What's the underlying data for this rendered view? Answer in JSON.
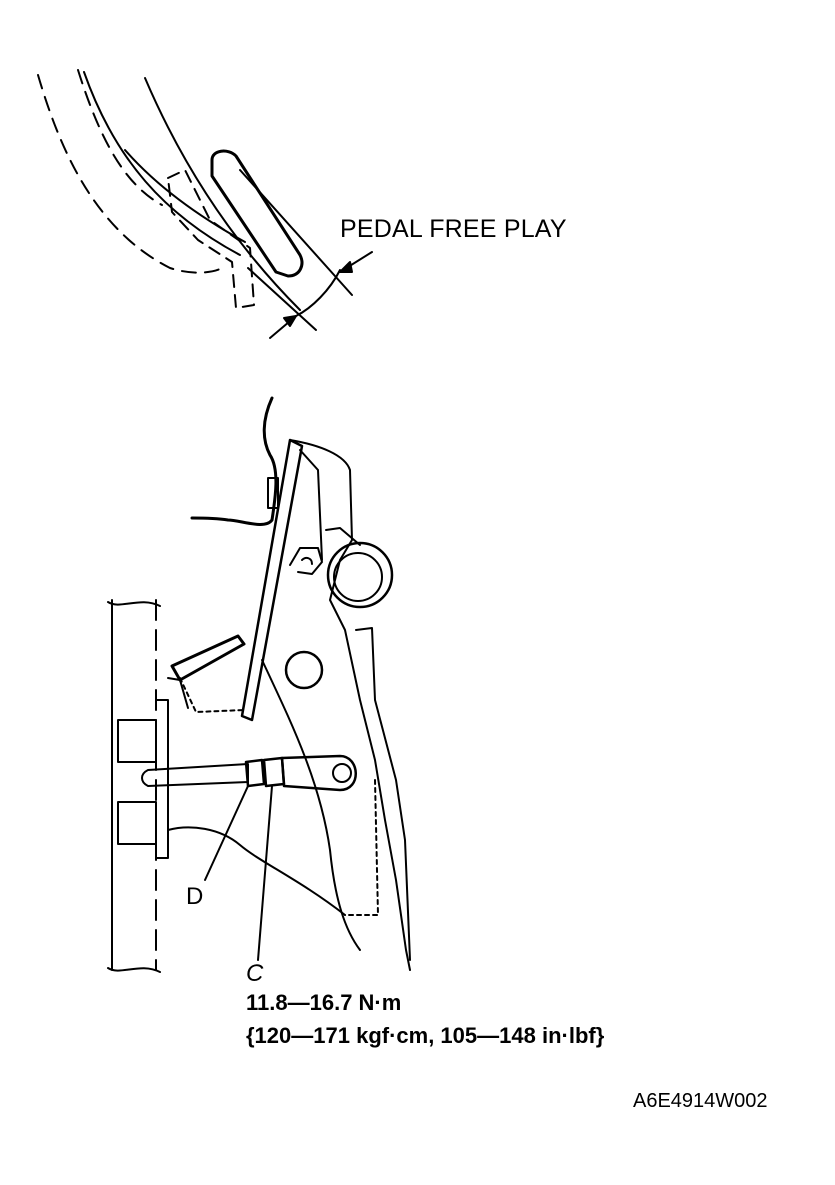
{
  "labels": {
    "pedal_free_play": "PEDAL FREE PLAY",
    "point_d": "D",
    "point_c": "C",
    "torque_nm": "11.8—16.7 N·m",
    "torque_alt": "{120—171 kgf·cm, 105—148 in·lbf}",
    "figure_code": "A6E4914W002"
  }
}
